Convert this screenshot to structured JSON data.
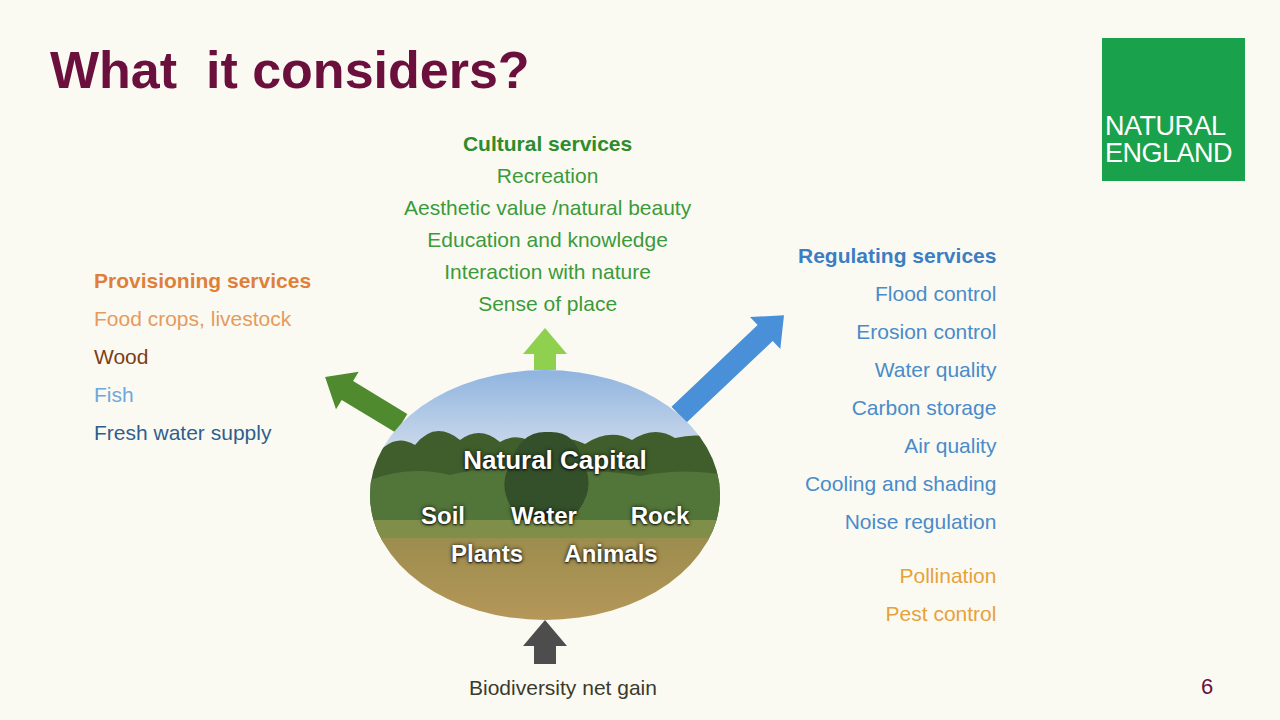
{
  "diagram": {
    "title": "What  it considers?",
    "nodes": [
      {
        "text": [
          "NATURAL ENGLAND"
        ]
      },
      {
        "text": [
          "Cultural services",
          "Recreation",
          "Aesthetic value /natural beauty",
          "Education and knowledge",
          "Interaction with nature",
          "Sense of place"
        ]
      },
      {
        "text": [
          "Provisioning services",
          "Food crops, livestock",
          "Wood",
          "Fish",
          "Fresh water supply"
        ]
      },
      {
        "text": [
          "Regulating services",
          "Flood control",
          "Erosion control",
          "Water quality",
          "Carbon storage",
          "Air quality",
          "Cooling and shading",
          "Noise regulation",
          "Pollination",
          "Pest control"
        ]
      },
      {
        "text": [
          "Natural Capital",
          "Soil",
          "Water",
          "Rock",
          "Plants",
          "Animals"
        ]
      },
      {
        "text": [
          "Biodiversity net gain"
        ]
      }
    ],
    "edges": [
      {
        "from": 4,
        "to": 1,
        "arrow": "to"
      },
      {
        "from": 4,
        "to": 2,
        "arrow": "to"
      },
      {
        "from": 4,
        "to": 3,
        "arrow": "to"
      },
      {
        "from": 5,
        "to": 4,
        "arrow": "to"
      }
    ],
    "labels": [
      "6"
    ]
  }
}
